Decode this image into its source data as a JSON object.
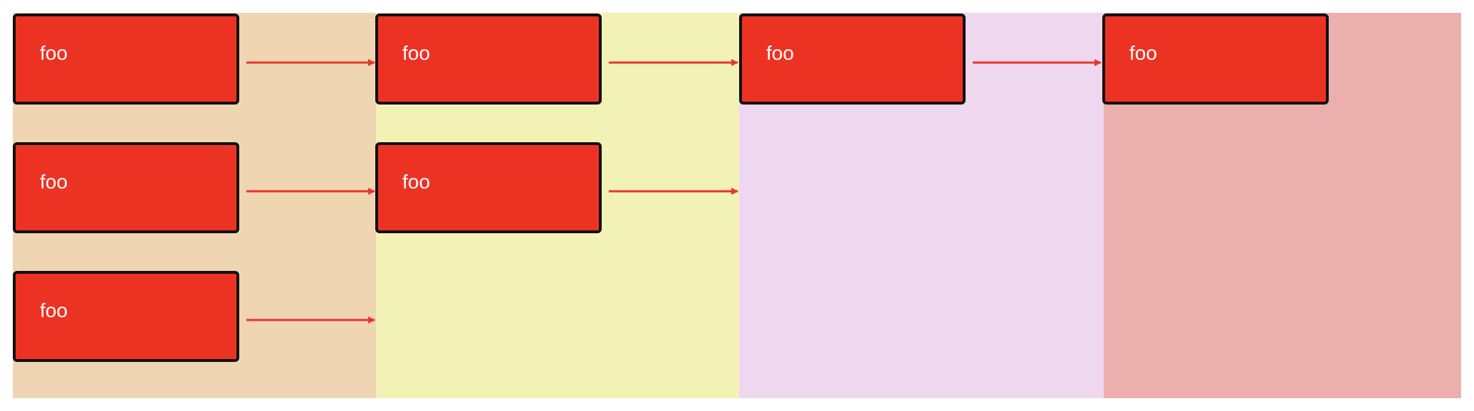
{
  "colors": {
    "lane_1": "#efd5b2",
    "lane_2": "#f3f2b6",
    "lane_3": "#efd7ef",
    "lane_4": "#ebb0ae",
    "node_fill": "#ec3323",
    "node_border": "#111111",
    "node_text": "#ffffff",
    "arrow": "#e8352a"
  },
  "nodes": {
    "a1": "foo",
    "a2": "foo",
    "a3": "foo",
    "b1": "foo",
    "b2": "foo",
    "c1": "foo",
    "d1": "foo"
  },
  "connections": [
    {
      "from": "a1",
      "to": "b1"
    },
    {
      "from": "a2",
      "to": "b2"
    },
    {
      "from": "a3",
      "to": "lane-2"
    },
    {
      "from": "b1",
      "to": "c1"
    },
    {
      "from": "b2",
      "to": "lane-3"
    },
    {
      "from": "c1",
      "to": "d1"
    }
  ]
}
